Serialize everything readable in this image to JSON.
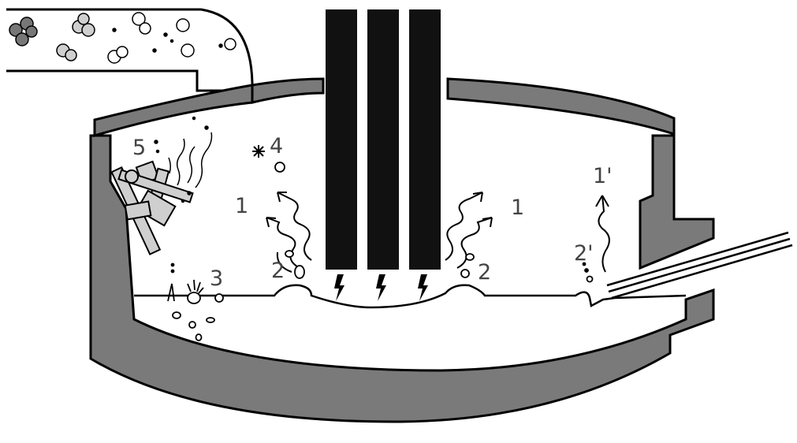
{
  "labels": {
    "l1_left": "1",
    "l1_right": "1",
    "l1_prime": "1'",
    "l2_left": "2",
    "l2_right": "2",
    "l2_prime": "2'",
    "l3": "3",
    "l4": "4",
    "l5": "5"
  },
  "colors": {
    "wall": "#7a7a7a",
    "electrode": "#111111",
    "outline": "#000000",
    "particle_dark": "#777777",
    "particle_light": "#cfcfcf",
    "scrap": "#cfcfcf",
    "label": "#444444"
  }
}
